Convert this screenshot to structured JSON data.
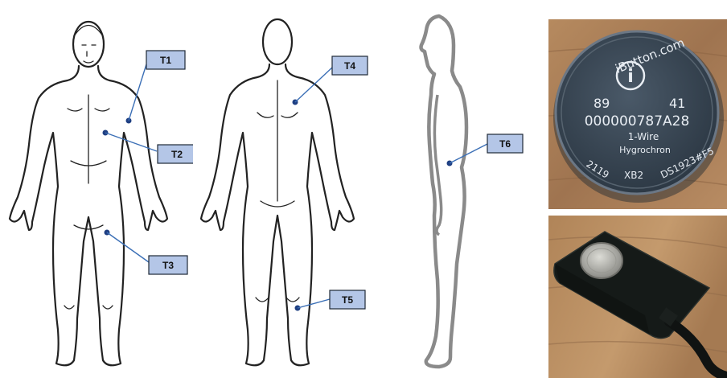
{
  "sensor_labels": {
    "t1": "T1",
    "t2": "T2",
    "t3": "T3",
    "t4": "T4",
    "t5": "T5",
    "t6": "T6"
  },
  "ibutton": {
    "brand": "iButton.com",
    "code_left": "89",
    "code_right": "41",
    "serial": "000000787A28",
    "wire": "1-Wire",
    "product": "Hygrochron",
    "batch": "2119",
    "xb": "XB2",
    "model": "DS1923#F5"
  },
  "colors": {
    "label_fill": "#b4c6e7",
    "dot": "#1f3f82",
    "leader": "#3b6fb6",
    "wood": "#a97d55",
    "sensor_body": "#3c4a58",
    "reader_body": "#151a18"
  }
}
